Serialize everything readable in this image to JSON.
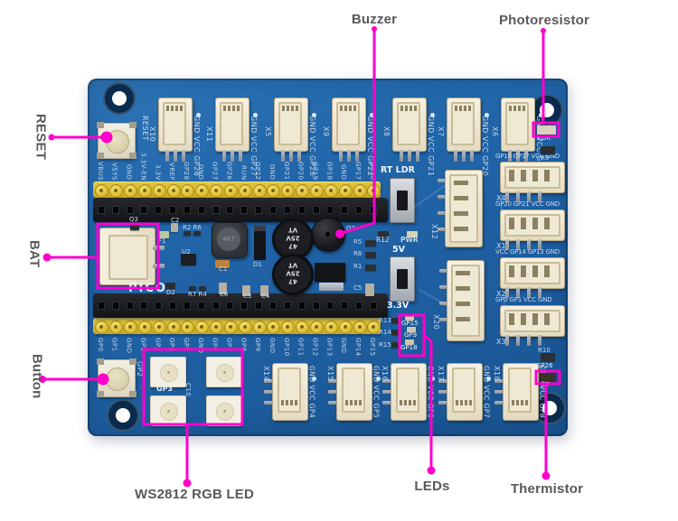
{
  "colors": {
    "annotation": "#ff00cc",
    "annotation_text": "#58595b",
    "pcb": "#2063a6",
    "header_yellow": "#d9bd2f",
    "connector_cream": "#ece4cb",
    "silkscreen": "#c9d9ea",
    "background": "#ffffff"
  },
  "annotations": {
    "reset": "RESET",
    "bat": "BAT",
    "button": "Button",
    "buzzer": "Buzzer",
    "photoresistor": "Photoresistor",
    "ws2812": "WS2812 RGB LED",
    "leds": "LEDs",
    "thermistor": "Thermistor"
  },
  "board": {
    "top_pin_labels": [
      "VBUS",
      "VSYS",
      "GND",
      "3.3V-EN",
      "3.3V",
      "VREF",
      "GP28",
      "GND",
      "GP27",
      "GP26",
      "RUN",
      "GP22",
      "GND",
      "GP21",
      "GP20",
      "GP19",
      "GP18",
      "GND",
      "GP17",
      "GP16"
    ],
    "bottom_pin_labels": [
      "GP0",
      "GP1",
      "GND",
      "GP2",
      "GP3",
      "GP4",
      "GP5",
      "GND",
      "GP6",
      "GP7",
      "GP8",
      "GP9",
      "GND",
      "GP10",
      "GP11",
      "GP12",
      "GP13",
      "GND",
      "GP14",
      "GP15"
    ],
    "top_connectors": [
      {
        "id": "X10",
        "pins": "GND VCC GP28"
      },
      {
        "id": "X11",
        "pins": "GND VCC GP27"
      },
      {
        "id": "X5",
        "pins": "GND VCC GP26"
      },
      {
        "id": "X9",
        "pins": "GND VCC GP22"
      },
      {
        "id": "X8",
        "pins": "GND VCC GP21"
      },
      {
        "id": "X7",
        "pins": "GND VCC GP20"
      },
      {
        "id": "X6",
        "pins": "GND VCC GP19"
      }
    ],
    "bottom_connectors": [
      {
        "id": "X14",
        "pins": "GND VCC GP4"
      },
      {
        "id": "X15",
        "pins": "GND VCC GP5"
      },
      {
        "id": "X16",
        "pins": "GND VCC GP6"
      },
      {
        "id": "X17",
        "pins": "GND VCC GP7"
      },
      {
        "id": "X18",
        "pins": "GND VCC GP8"
      }
    ],
    "right_connectors": [
      {
        "id": "X4",
        "group": "GP16 GP17 VCC GND"
      },
      {
        "id": "X1",
        "group": "GP20 GP21 VCC GND"
      },
      {
        "id": "X2",
        "group": "VCC GP14 GP13 GND"
      },
      {
        "id": "X3",
        "group": "GP0 GP1 VCC GND"
      }
    ],
    "middle_connectors": [
      "X12",
      "X20"
    ],
    "capacitor_marking": "47 25V VT",
    "inductor_marking": "4R7",
    "silkscreen": {
      "reset_btn": "RESET",
      "pico": "PICO",
      "gp2_btn": "GP2",
      "gp3": "GP3",
      "c10": "C10",
      "q3": "Q3",
      "c2": "C2",
      "r2r6": "R2 R6",
      "f1": "F1",
      "u2": "U2",
      "c1": "C1",
      "d1": "D1",
      "d2": "D2",
      "r7r4": "R7 R4",
      "c6": "C6",
      "c3": "C3",
      "c4": "C4",
      "q2": "Q2",
      "r5": "R5",
      "r8": "R8",
      "r1": "R1",
      "c5": "C5",
      "r12": "R12",
      "pwr": "PWR",
      "rt_ldr": "RT LDR",
      "v5": "5V",
      "v33": "3.3V",
      "r13": "R13",
      "r14": "R14",
      "r15": "R15",
      "gp15": "GP15",
      "gp9": "GP9",
      "gp18": "GP18",
      "ldr": "LDR",
      "r9": "R9",
      "r10": "R10",
      "gp26": "GP26",
      "rt": "RT"
    }
  }
}
